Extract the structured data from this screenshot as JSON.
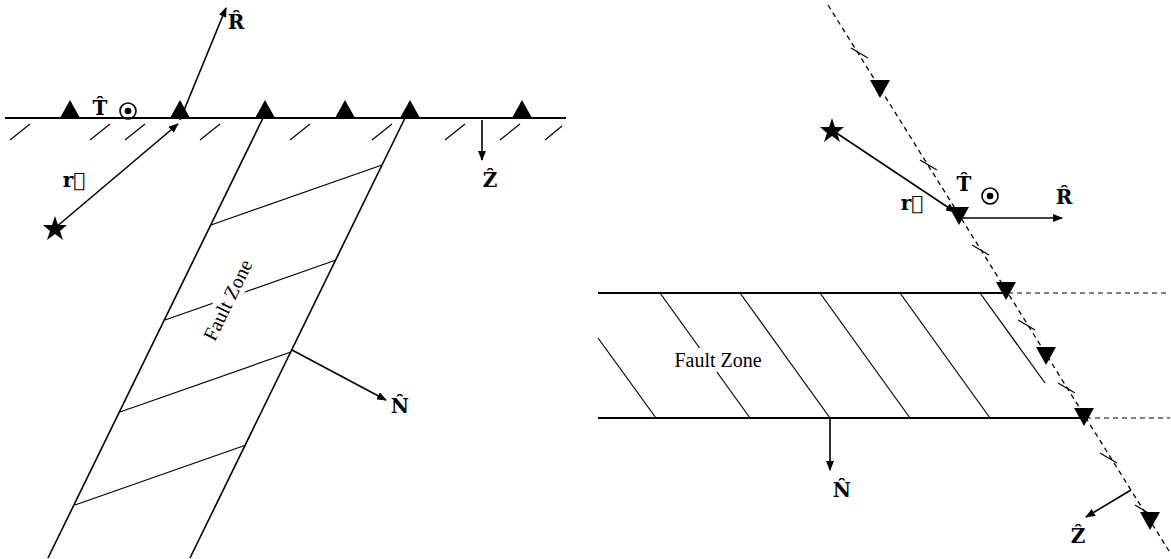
{
  "diagram": {
    "nodes": [
      {
        "text": [
          "Fault Zone"
        ]
      },
      {
        "text": [
          "Fault Zone"
        ]
      }
    ],
    "labels": [
      "R̂",
      "T̂",
      "r⃗",
      "Ẑ",
      "N̂",
      "r⃗",
      "T̂",
      "R̂",
      "N̂",
      "Ẑ"
    ]
  }
}
